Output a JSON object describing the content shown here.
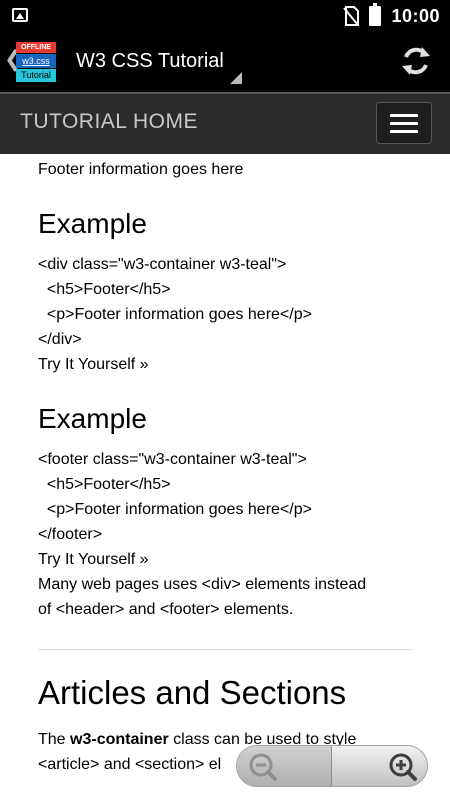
{
  "status_bar": {
    "time": "10:00"
  },
  "app_bar": {
    "logo": {
      "offline": "OFFLINE",
      "w3": "w3.css",
      "tutorial": "Tutorial"
    },
    "title": "W3 CSS Tutorial"
  },
  "nav": {
    "title": "TUTORIAL HOME"
  },
  "content": {
    "line_top": "Footer information goes here",
    "example1": {
      "heading": "Example",
      "code": [
        "<div class=\"w3-container w3-teal\">",
        "  <h5>Footer</h5>",
        "  <p>Footer information goes here</p>",
        "</div>"
      ],
      "try_link": "Try It Yourself »"
    },
    "example2": {
      "heading": "Example",
      "code": [
        "<footer class=\"w3-container w3-teal\">",
        "  <h5>Footer</h5>",
        "  <p>Footer information goes here</p>",
        "</footer>"
      ],
      "try_link": "Try It Yourself »"
    },
    "paragraph": [
      "Many web pages uses <div> elements instead",
      "of <header> and <footer> elements."
    ],
    "section_heading": "Articles and Sections",
    "section_text": {
      "prefix": "The ",
      "bold": "w3-container",
      "suffix": " class can be used to style",
      "line2": "<article> and <section> el"
    }
  }
}
